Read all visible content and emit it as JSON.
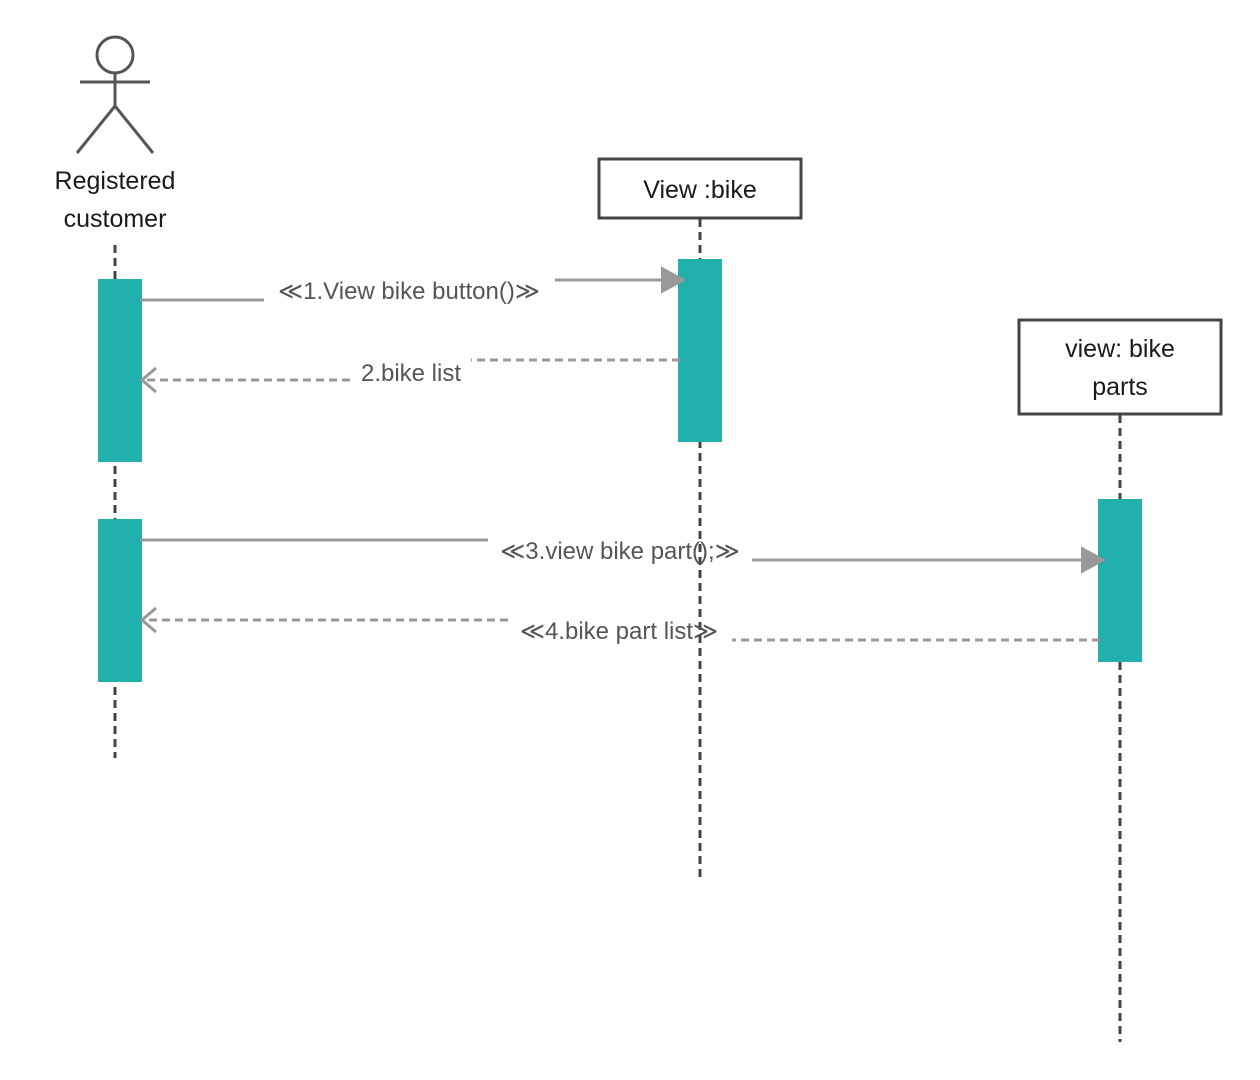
{
  "actor": {
    "label_line1": "Registered",
    "label_line2": "customer"
  },
  "objects": [
    {
      "label_line1": "View :bike"
    },
    {
      "label_line1": "view: bike",
      "label_line2": "parts"
    }
  ],
  "messages": [
    {
      "label": "≪1.View bike button()≫",
      "kind": "sync"
    },
    {
      "label": "2.bike list",
      "kind": "return"
    },
    {
      "label": "≪3.view bike part();≫",
      "kind": "sync"
    },
    {
      "label": "≪4.bike part list≫",
      "kind": "return"
    }
  ],
  "colors": {
    "activation": "#22b0ad",
    "lifeline": "#444444",
    "message_line": "#999999",
    "box_border": "#444444"
  }
}
